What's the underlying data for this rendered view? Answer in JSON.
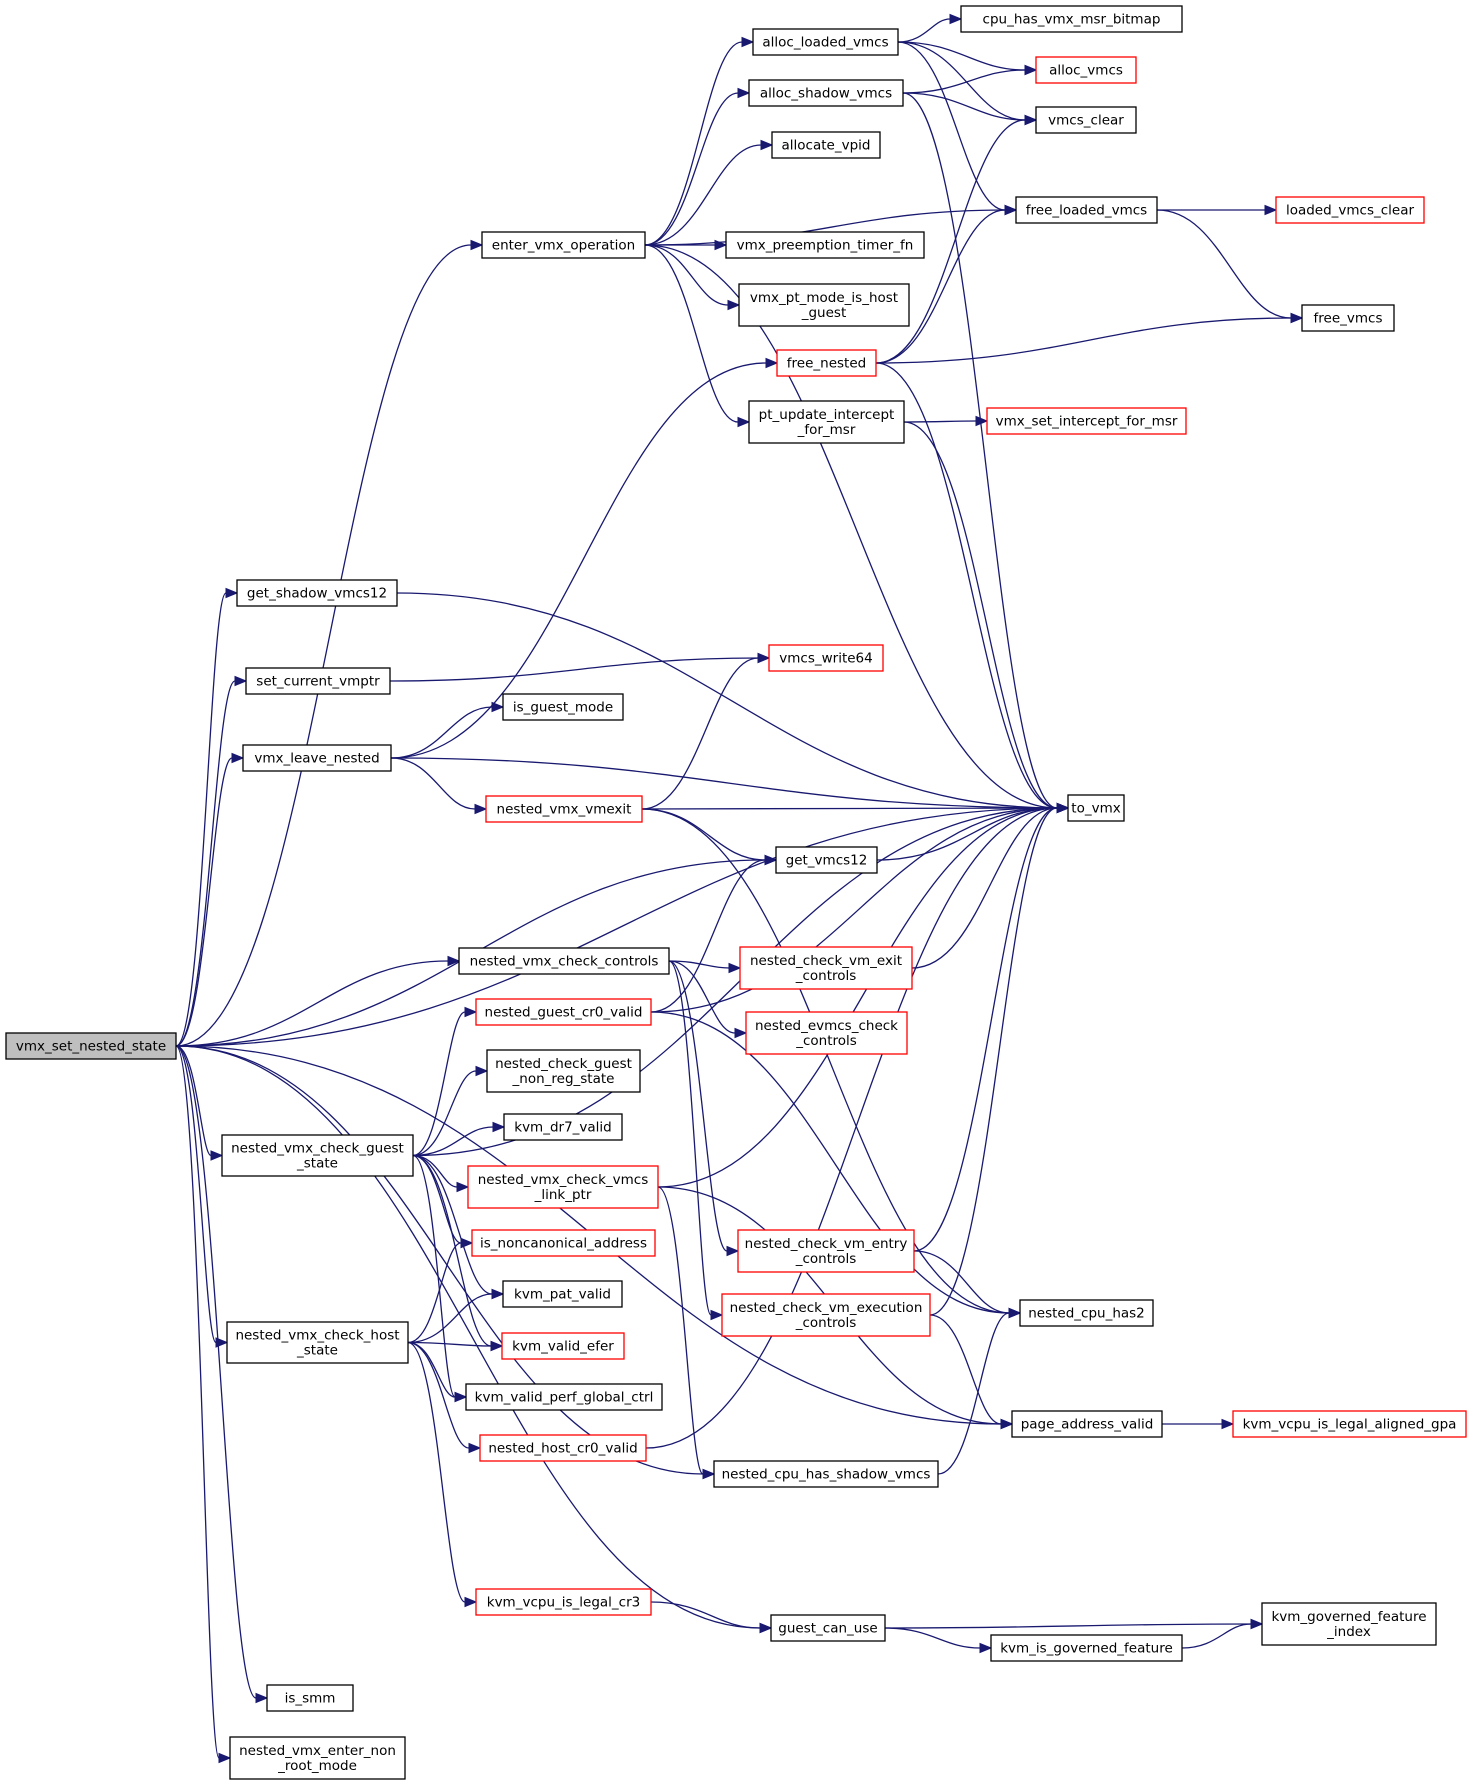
{
  "graph": {
    "root": "vmx_set_nested_state",
    "nodes": [
      {
        "id": "vmx_set_nested_state",
        "lines": [
          "vmx_set_nested_state"
        ],
        "style": "root"
      },
      {
        "id": "enter_vmx_operation",
        "lines": [
          "enter_vmx_operation"
        ],
        "style": "normal"
      },
      {
        "id": "get_shadow_vmcs12",
        "lines": [
          "get_shadow_vmcs12"
        ],
        "style": "normal"
      },
      {
        "id": "set_current_vmptr",
        "lines": [
          "set_current_vmptr"
        ],
        "style": "normal"
      },
      {
        "id": "vmx_leave_nested",
        "lines": [
          "vmx_leave_nested"
        ],
        "style": "normal"
      },
      {
        "id": "nested_vmx_check_controls",
        "lines": [
          "nested_vmx_check_controls"
        ],
        "style": "normal"
      },
      {
        "id": "nested_vmx_check_guest_state",
        "lines": [
          "nested_vmx_check_guest",
          "_state"
        ],
        "style": "normal"
      },
      {
        "id": "nested_vmx_check_host_state",
        "lines": [
          "nested_vmx_check_host",
          "_state"
        ],
        "style": "normal"
      },
      {
        "id": "is_smm",
        "lines": [
          "is_smm"
        ],
        "style": "normal"
      },
      {
        "id": "nested_vmx_enter_non_root_mode",
        "lines": [
          "nested_vmx_enter_non",
          "_root_mode"
        ],
        "style": "normal"
      },
      {
        "id": "alloc_loaded_vmcs",
        "lines": [
          "alloc_loaded_vmcs"
        ],
        "style": "normal"
      },
      {
        "id": "alloc_shadow_vmcs",
        "lines": [
          "alloc_shadow_vmcs"
        ],
        "style": "normal"
      },
      {
        "id": "allocate_vpid",
        "lines": [
          "allocate_vpid"
        ],
        "style": "normal"
      },
      {
        "id": "vmx_preemption_timer_fn",
        "lines": [
          "vmx_preemption_timer_fn"
        ],
        "style": "normal"
      },
      {
        "id": "vmx_pt_mode_is_host_guest",
        "lines": [
          "vmx_pt_mode_is_host",
          "_guest"
        ],
        "style": "normal"
      },
      {
        "id": "free_nested",
        "lines": [
          "free_nested"
        ],
        "style": "red"
      },
      {
        "id": "pt_update_intercept_for_msr",
        "lines": [
          "pt_update_intercept",
          "_for_msr"
        ],
        "style": "normal"
      },
      {
        "id": "vmcs_write64",
        "lines": [
          "vmcs_write64"
        ],
        "style": "red"
      },
      {
        "id": "is_guest_mode",
        "lines": [
          "is_guest_mode"
        ],
        "style": "normal"
      },
      {
        "id": "nested_vmx_vmexit",
        "lines": [
          "nested_vmx_vmexit"
        ],
        "style": "red"
      },
      {
        "id": "get_vmcs12",
        "lines": [
          "get_vmcs12"
        ],
        "style": "normal"
      },
      {
        "id": "nested_check_vm_exit_controls",
        "lines": [
          "nested_check_vm_exit",
          "_controls"
        ],
        "style": "red"
      },
      {
        "id": "nested_evmcs_check_controls",
        "lines": [
          "nested_evmcs_check",
          "_controls"
        ],
        "style": "red"
      },
      {
        "id": "nested_guest_cr0_valid",
        "lines": [
          "nested_guest_cr0_valid"
        ],
        "style": "red"
      },
      {
        "id": "nested_check_guest_non_reg_state",
        "lines": [
          "nested_check_guest",
          "_non_reg_state"
        ],
        "style": "normal"
      },
      {
        "id": "kvm_dr7_valid",
        "lines": [
          "kvm_dr7_valid"
        ],
        "style": "normal"
      },
      {
        "id": "nested_vmx_check_vmcs_link_ptr",
        "lines": [
          "nested_vmx_check_vmcs",
          "_link_ptr"
        ],
        "style": "red"
      },
      {
        "id": "is_noncanonical_address",
        "lines": [
          "is_noncanonical_address"
        ],
        "style": "red"
      },
      {
        "id": "kvm_pat_valid",
        "lines": [
          "kvm_pat_valid"
        ],
        "style": "normal"
      },
      {
        "id": "kvm_valid_efer",
        "lines": [
          "kvm_valid_efer"
        ],
        "style": "red"
      },
      {
        "id": "kvm_valid_perf_global_ctrl",
        "lines": [
          "kvm_valid_perf_global_ctrl"
        ],
        "style": "normal"
      },
      {
        "id": "nested_host_cr0_valid",
        "lines": [
          "nested_host_cr0_valid"
        ],
        "style": "red"
      },
      {
        "id": "nested_check_vm_entry_controls",
        "lines": [
          "nested_check_vm_entry",
          "_controls"
        ],
        "style": "red"
      },
      {
        "id": "nested_check_vm_execution_controls",
        "lines": [
          "nested_check_vm_execution",
          "_controls"
        ],
        "style": "red"
      },
      {
        "id": "nested_cpu_has_shadow_vmcs",
        "lines": [
          "nested_cpu_has_shadow_vmcs"
        ],
        "style": "normal"
      },
      {
        "id": "kvm_vcpu_is_legal_cr3",
        "lines": [
          "kvm_vcpu_is_legal_cr3"
        ],
        "style": "red"
      },
      {
        "id": "guest_can_use",
        "lines": [
          "guest_can_use"
        ],
        "style": "normal"
      },
      {
        "id": "cpu_has_vmx_msr_bitmap",
        "lines": [
          "cpu_has_vmx_msr_bitmap"
        ],
        "style": "normal"
      },
      {
        "id": "alloc_vmcs",
        "lines": [
          "alloc_vmcs"
        ],
        "style": "red"
      },
      {
        "id": "vmcs_clear",
        "lines": [
          "vmcs_clear"
        ],
        "style": "normal"
      },
      {
        "id": "free_loaded_vmcs",
        "lines": [
          "free_loaded_vmcs"
        ],
        "style": "normal"
      },
      {
        "id": "vmx_set_intercept_for_msr",
        "lines": [
          "vmx_set_intercept_for_msr"
        ],
        "style": "red"
      },
      {
        "id": "to_vmx",
        "lines": [
          "to_vmx"
        ],
        "style": "normal"
      },
      {
        "id": "nested_cpu_has2",
        "lines": [
          "nested_cpu_has2"
        ],
        "style": "normal"
      },
      {
        "id": "page_address_valid",
        "lines": [
          "page_address_valid"
        ],
        "style": "normal"
      },
      {
        "id": "kvm_is_governed_feature",
        "lines": [
          "kvm_is_governed_feature"
        ],
        "style": "normal"
      },
      {
        "id": "loaded_vmcs_clear",
        "lines": [
          "loaded_vmcs_clear"
        ],
        "style": "red"
      },
      {
        "id": "free_vmcs",
        "lines": [
          "free_vmcs"
        ],
        "style": "normal"
      },
      {
        "id": "kvm_vcpu_is_legal_aligned_gpa",
        "lines": [
          "kvm_vcpu_is_legal_aligned_gpa"
        ],
        "style": "red"
      },
      {
        "id": "kvm_governed_feature_index",
        "lines": [
          "kvm_governed_feature",
          "_index"
        ],
        "style": "normal"
      }
    ],
    "edges": [
      [
        "vmx_set_nested_state",
        "enter_vmx_operation"
      ],
      [
        "vmx_set_nested_state",
        "get_shadow_vmcs12"
      ],
      [
        "vmx_set_nested_state",
        "set_current_vmptr"
      ],
      [
        "vmx_set_nested_state",
        "vmx_leave_nested"
      ],
      [
        "vmx_set_nested_state",
        "to_vmx"
      ],
      [
        "vmx_set_nested_state",
        "get_vmcs12"
      ],
      [
        "vmx_set_nested_state",
        "nested_vmx_check_controls"
      ],
      [
        "vmx_set_nested_state",
        "nested_vmx_check_guest_state"
      ],
      [
        "vmx_set_nested_state",
        "nested_vmx_check_host_state"
      ],
      [
        "vmx_set_nested_state",
        "nested_cpu_has_shadow_vmcs"
      ],
      [
        "vmx_set_nested_state",
        "page_address_valid"
      ],
      [
        "vmx_set_nested_state",
        "guest_can_use"
      ],
      [
        "vmx_set_nested_state",
        "is_smm"
      ],
      [
        "vmx_set_nested_state",
        "nested_vmx_enter_non_root_mode"
      ],
      [
        "enter_vmx_operation",
        "alloc_loaded_vmcs"
      ],
      [
        "enter_vmx_operation",
        "alloc_shadow_vmcs"
      ],
      [
        "enter_vmx_operation",
        "allocate_vpid"
      ],
      [
        "enter_vmx_operation",
        "free_loaded_vmcs"
      ],
      [
        "enter_vmx_operation",
        "vmx_preemption_timer_fn"
      ],
      [
        "enter_vmx_operation",
        "vmx_pt_mode_is_host_guest"
      ],
      [
        "enter_vmx_operation",
        "pt_update_intercept_for_msr"
      ],
      [
        "enter_vmx_operation",
        "to_vmx"
      ],
      [
        "alloc_loaded_vmcs",
        "cpu_has_vmx_msr_bitmap"
      ],
      [
        "alloc_loaded_vmcs",
        "alloc_vmcs"
      ],
      [
        "alloc_loaded_vmcs",
        "vmcs_clear"
      ],
      [
        "alloc_loaded_vmcs",
        "free_loaded_vmcs"
      ],
      [
        "alloc_shadow_vmcs",
        "alloc_vmcs"
      ],
      [
        "alloc_shadow_vmcs",
        "vmcs_clear"
      ],
      [
        "alloc_shadow_vmcs",
        "to_vmx"
      ],
      [
        "free_loaded_vmcs",
        "loaded_vmcs_clear"
      ],
      [
        "free_loaded_vmcs",
        "free_vmcs"
      ],
      [
        "free_nested",
        "vmcs_clear"
      ],
      [
        "free_nested",
        "free_loaded_vmcs"
      ],
      [
        "free_nested",
        "free_vmcs"
      ],
      [
        "free_nested",
        "to_vmx"
      ],
      [
        "pt_update_intercept_for_msr",
        "vmx_set_intercept_for_msr"
      ],
      [
        "pt_update_intercept_for_msr",
        "to_vmx"
      ],
      [
        "get_shadow_vmcs12",
        "to_vmx"
      ],
      [
        "set_current_vmptr",
        "vmcs_write64"
      ],
      [
        "vmx_leave_nested",
        "free_nested"
      ],
      [
        "vmx_leave_nested",
        "is_guest_mode"
      ],
      [
        "vmx_leave_nested",
        "to_vmx"
      ],
      [
        "vmx_leave_nested",
        "nested_vmx_vmexit"
      ],
      [
        "nested_vmx_vmexit",
        "vmcs_write64"
      ],
      [
        "nested_vmx_vmexit",
        "to_vmx"
      ],
      [
        "nested_vmx_vmexit",
        "get_vmcs12"
      ],
      [
        "nested_vmx_vmexit",
        "nested_cpu_has2"
      ],
      [
        "get_vmcs12",
        "to_vmx"
      ],
      [
        "nested_vmx_check_controls",
        "nested_check_vm_exit_controls"
      ],
      [
        "nested_vmx_check_controls",
        "nested_evmcs_check_controls"
      ],
      [
        "nested_vmx_check_controls",
        "nested_check_vm_entry_controls"
      ],
      [
        "nested_vmx_check_controls",
        "nested_check_vm_execution_controls"
      ],
      [
        "nested_check_vm_exit_controls",
        "to_vmx"
      ],
      [
        "nested_guest_cr0_valid",
        "get_vmcs12"
      ],
      [
        "nested_guest_cr0_valid",
        "to_vmx"
      ],
      [
        "nested_guest_cr0_valid",
        "nested_cpu_has2"
      ],
      [
        "nested_vmx_check_guest_state",
        "to_vmx"
      ],
      [
        "nested_vmx_check_guest_state",
        "nested_guest_cr0_valid"
      ],
      [
        "nested_vmx_check_guest_state",
        "nested_check_guest_non_reg_state"
      ],
      [
        "nested_vmx_check_guest_state",
        "kvm_dr7_valid"
      ],
      [
        "nested_vmx_check_guest_state",
        "nested_vmx_check_vmcs_link_ptr"
      ],
      [
        "nested_vmx_check_guest_state",
        "is_noncanonical_address"
      ],
      [
        "nested_vmx_check_guest_state",
        "kvm_pat_valid"
      ],
      [
        "nested_vmx_check_guest_state",
        "kvm_valid_efer"
      ],
      [
        "nested_vmx_check_guest_state",
        "kvm_valid_perf_global_ctrl"
      ],
      [
        "nested_vmx_check_vmcs_link_ptr",
        "to_vmx"
      ],
      [
        "nested_vmx_check_vmcs_link_ptr",
        "nested_cpu_has_shadow_vmcs"
      ],
      [
        "nested_vmx_check_vmcs_link_ptr",
        "page_address_valid"
      ],
      [
        "nested_vmx_check_host_state",
        "is_noncanonical_address"
      ],
      [
        "nested_vmx_check_host_state",
        "kvm_pat_valid"
      ],
      [
        "nested_vmx_check_host_state",
        "kvm_valid_efer"
      ],
      [
        "nested_vmx_check_host_state",
        "kvm_valid_perf_global_ctrl"
      ],
      [
        "nested_vmx_check_host_state",
        "nested_host_cr0_valid"
      ],
      [
        "nested_vmx_check_host_state",
        "kvm_vcpu_is_legal_cr3"
      ],
      [
        "nested_host_cr0_valid",
        "to_vmx"
      ],
      [
        "nested_check_vm_entry_controls",
        "to_vmx"
      ],
      [
        "nested_check_vm_entry_controls",
        "nested_cpu_has2"
      ],
      [
        "nested_check_vm_execution_controls",
        "to_vmx"
      ],
      [
        "nested_check_vm_execution_controls",
        "page_address_valid"
      ],
      [
        "nested_cpu_has_shadow_vmcs",
        "nested_cpu_has2"
      ],
      [
        "page_address_valid",
        "kvm_vcpu_is_legal_aligned_gpa"
      ],
      [
        "kvm_vcpu_is_legal_cr3",
        "guest_can_use"
      ],
      [
        "guest_can_use",
        "kvm_is_governed_feature"
      ],
      [
        "guest_can_use",
        "kvm_governed_feature_index"
      ],
      [
        "kvm_is_governed_feature",
        "kvm_governed_feature_index"
      ]
    ]
  }
}
